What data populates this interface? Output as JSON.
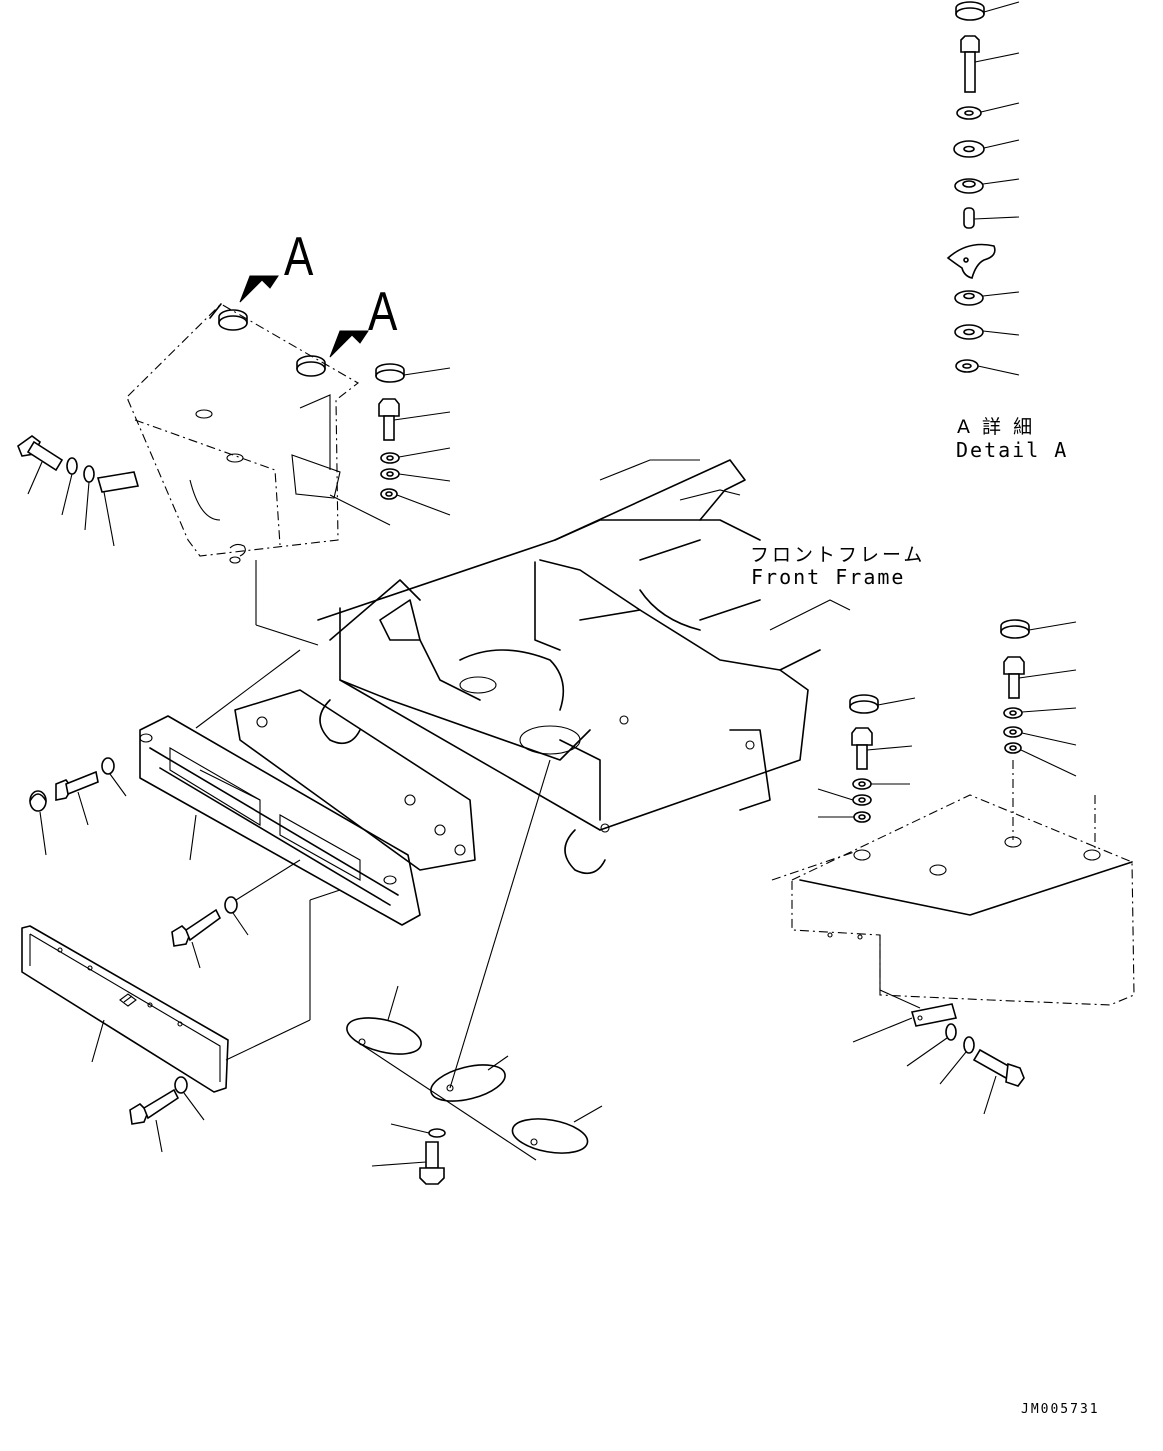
{
  "labels": {
    "view_marker": "A",
    "detail_title_jp": "A 詳 細",
    "detail_title_en": "Detail A",
    "frame_label_jp": "フロントフレーム",
    "frame_label_en": "Front Frame",
    "drawing_code": "JM005731"
  }
}
